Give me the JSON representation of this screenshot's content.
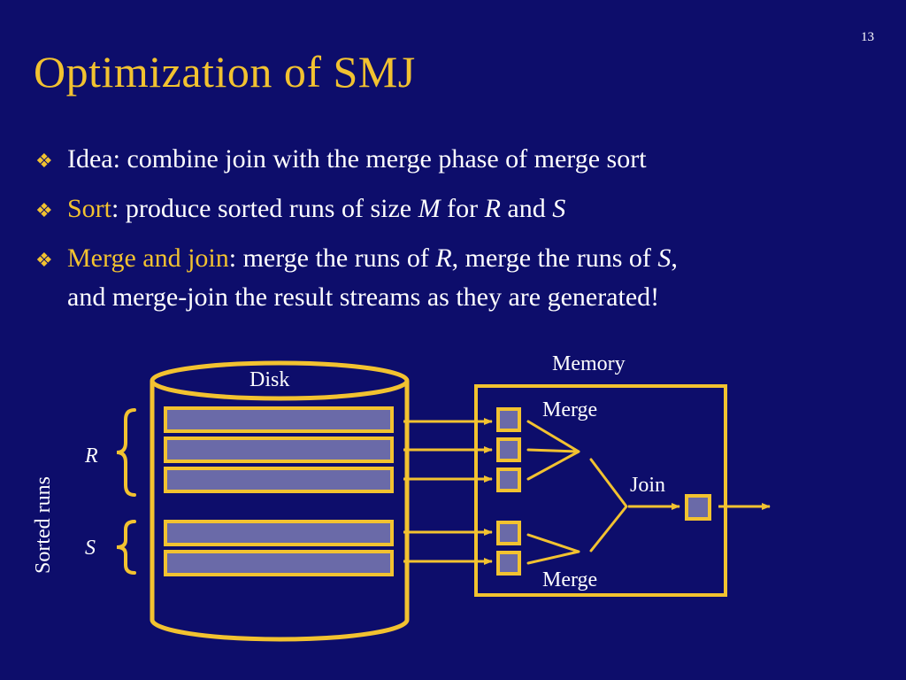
{
  "slide": {
    "number": "13",
    "title": "Optimization of SMJ"
  },
  "colors": {
    "background": "#0d0d6b",
    "accent": "#f2c230",
    "run_fill": "#6a6aa8"
  },
  "bullets": [
    {
      "icon": "diamond-bullet-icon",
      "highlight": "",
      "text": "Idea: combine join with the merge phase of merge sort"
    },
    {
      "icon": "diamond-bullet-icon",
      "highlight": "Sort",
      "text": ": produce sorted runs of size ",
      "m": "M",
      "text2": " for ",
      "r": "R",
      "text3": " and ",
      "s": "S"
    },
    {
      "icon": "diamond-bullet-icon",
      "highlight": "Merge and join",
      "text": ": merge the runs of ",
      "r": "R",
      "text2": ", merge the runs of ",
      "s": "S",
      "text3": ",",
      "line2": "and merge-join the result streams as they are generated!"
    }
  ],
  "diagram": {
    "disk_label": "Disk",
    "memory_label": "Memory",
    "merge_top_label": "Merge",
    "merge_bottom_label": "Merge",
    "join_label": "Join",
    "group_r_label": "R",
    "group_s_label": "S",
    "sorted_runs_label": "Sorted runs"
  }
}
